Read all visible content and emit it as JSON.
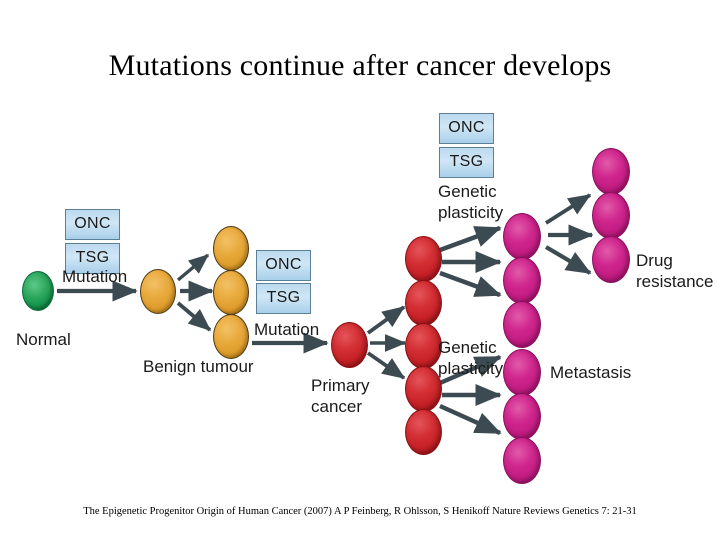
{
  "slide": {
    "title": "Mutations continue after cancer develops",
    "caption": "The Epigenetic Progenitor Origin of Human Cancer (2007) A P Feinberg, R Ohlsson, S Henikoff  Nature Reviews Genetics 7: 21-31",
    "background_color": "#ffffff"
  },
  "diagram": {
    "gene_boxes": [
      {
        "id": "stage1-onc",
        "label": "ONC"
      },
      {
        "id": "stage1-tsg",
        "label": "TSG"
      },
      {
        "id": "stage2-onc",
        "label": "ONC"
      },
      {
        "id": "stage2-tsg",
        "label": "TSG"
      },
      {
        "id": "stage3-onc",
        "label": "ONC"
      },
      {
        "id": "stage3-tsg",
        "label": "TSG"
      }
    ],
    "process_labels": [
      {
        "id": "mutation-1",
        "text": "Mutation"
      },
      {
        "id": "mutation-2",
        "text": "Mutation"
      },
      {
        "id": "genetic-plasticity-top",
        "text": "Genetic plasticity"
      },
      {
        "id": "genetic-plasticity-bottom",
        "text": "Genetic plasticity"
      }
    ],
    "stage_labels": [
      {
        "id": "normal",
        "text": "Normal",
        "cell_color": "#1e9b55"
      },
      {
        "id": "benign-tumour",
        "text": "Benign tumour",
        "cell_color": "#e0a32f"
      },
      {
        "id": "primary-cancer",
        "text": "Primary cancer",
        "cell_color": "#cc2328"
      },
      {
        "id": "drug-resistance",
        "text": "Drug resistance",
        "cell_color": "#c61f85"
      },
      {
        "id": "metastasis",
        "text": "Metastasis",
        "cell_color": "#c61f85"
      }
    ],
    "cell_counts": {
      "normal": 1,
      "benign_seed": 1,
      "benign_progeny": 3,
      "primary_seed": 1,
      "primary_progeny": 5,
      "drug_resistance_mid": 3,
      "drug_resistance_final": 3,
      "metastasis_final": 3
    },
    "colors": {
      "normal_cell": "#1e9b55",
      "benign_cell": "#e0a32f",
      "cancer_cell": "#cc2328",
      "plastic_cell": "#c61f85",
      "gene_box_fill": "#bcd9ef",
      "gene_box_border": "#5b7f96",
      "arrow": "#3c4a52",
      "text": "#1a1a1a"
    }
  }
}
